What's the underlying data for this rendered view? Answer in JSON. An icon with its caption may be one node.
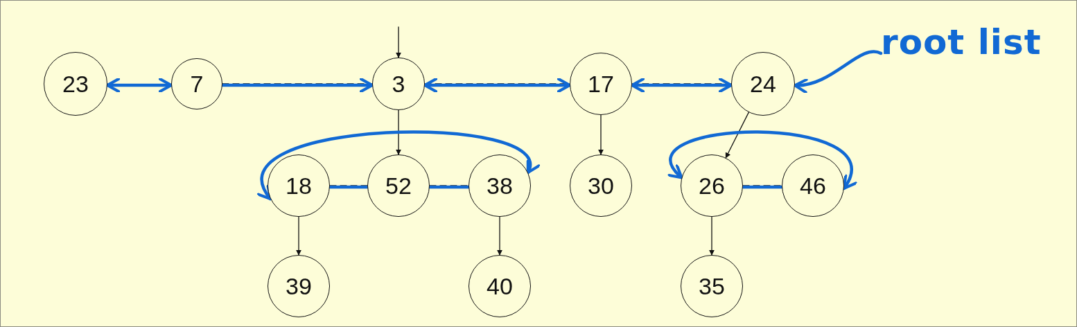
{
  "diagram": {
    "nodes": [
      {
        "text": [
          "23"
        ]
      },
      {
        "text": [
          "7"
        ]
      },
      {
        "text": [
          "3"
        ]
      },
      {
        "text": [
          "17"
        ]
      },
      {
        "text": [
          "24"
        ]
      },
      {
        "text": [
          "18"
        ]
      },
      {
        "text": [
          "52"
        ]
      },
      {
        "text": [
          "38"
        ]
      },
      {
        "text": [
          "30"
        ]
      },
      {
        "text": [
          "26"
        ]
      },
      {
        "text": [
          "46"
        ]
      },
      {
        "text": [
          "39"
        ]
      },
      {
        "text": [
          "40"
        ]
      },
      {
        "text": [
          "35"
        ]
      },
      {
        "text": [
          "root list"
        ]
      }
    ],
    "edges": [
      {
        "from": null,
        "to": 2,
        "arrow": "to"
      },
      {
        "from": 2,
        "to": 6,
        "arrow": "to"
      },
      {
        "from": 3,
        "to": 8,
        "arrow": "to"
      },
      {
        "from": 4,
        "to": 9,
        "arrow": "to"
      },
      {
        "from": 5,
        "to": 11,
        "arrow": "to"
      },
      {
        "from": 7,
        "to": 12,
        "arrow": "to"
      },
      {
        "from": 9,
        "to": 13,
        "arrow": "to"
      },
      {
        "from": 1,
        "to": 2,
        "arrow": "none",
        "style": "dashed"
      },
      {
        "from": 2,
        "to": 3,
        "arrow": "none",
        "style": "dashed"
      },
      {
        "from": 3,
        "to": 4,
        "arrow": "none",
        "style": "dashed"
      },
      {
        "from": 5,
        "to": 6,
        "arrow": "none",
        "style": "dashed"
      },
      {
        "from": 6,
        "to": 7,
        "arrow": "none",
        "style": "dashed"
      },
      {
        "from": 9,
        "to": 10,
        "arrow": "none",
        "style": "dashed"
      },
      {
        "from": 0,
        "to": 1,
        "arrow": "both",
        "style": "thick",
        "color": "#1169d4"
      },
      {
        "from": 1,
        "to": 2,
        "arrow": "to",
        "style": "thick",
        "color": "#1169d4"
      },
      {
        "from": 2,
        "to": 3,
        "arrow": "both",
        "style": "thick",
        "color": "#1169d4"
      },
      {
        "from": 3,
        "to": 4,
        "arrow": "both",
        "style": "thick",
        "color": "#1169d4"
      },
      {
        "from": 5,
        "to": 6,
        "arrow": "none",
        "style": "thick",
        "color": "#1169d4"
      },
      {
        "from": 6,
        "to": 7,
        "arrow": "none",
        "style": "thick",
        "color": "#1169d4"
      },
      {
        "from": 7,
        "to": 5,
        "arrow": "both",
        "style": "thick",
        "color": "#1169d4"
      },
      {
        "from": 9,
        "to": 10,
        "arrow": "none",
        "style": "thick",
        "color": "#1169d4"
      },
      {
        "from": 9,
        "to": 10,
        "arrow": "both",
        "style": "thick",
        "color": "#1169d4"
      },
      {
        "from": 14,
        "to": 4,
        "arrow": "to",
        "style": "thick",
        "color": "#1169d4"
      }
    ]
  }
}
